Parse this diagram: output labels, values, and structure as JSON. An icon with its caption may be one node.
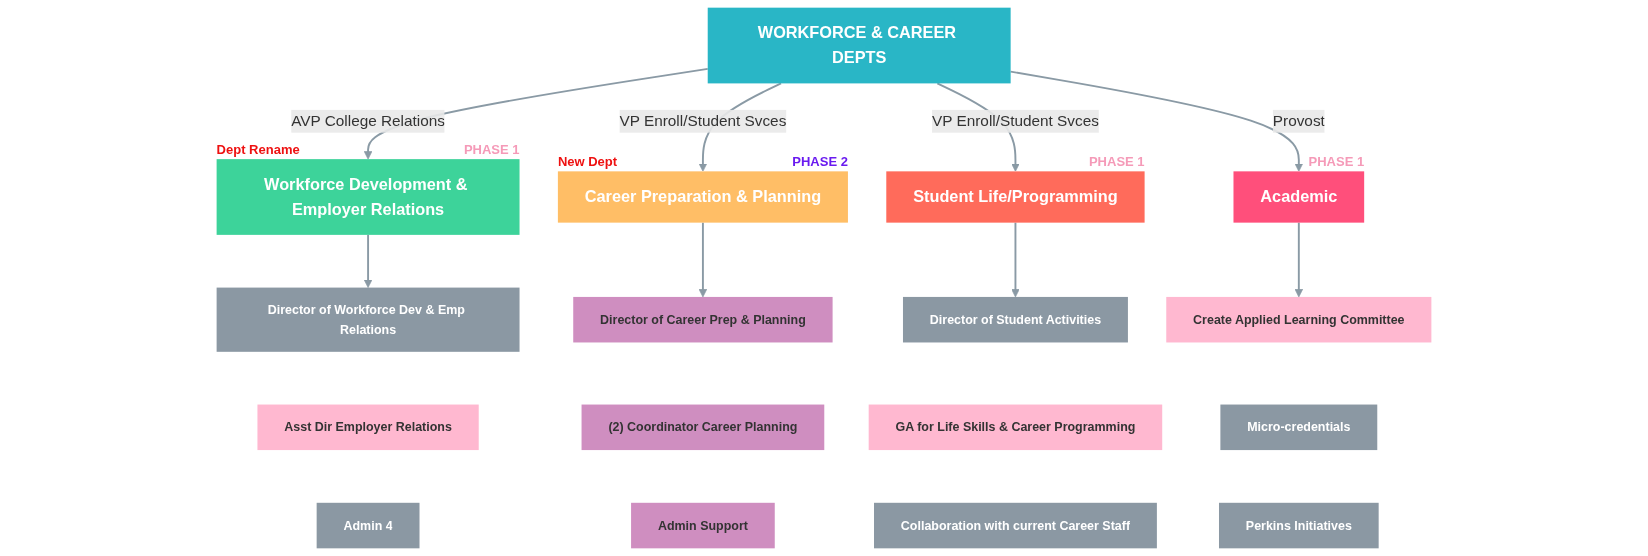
{
  "diagram": {
    "nodes": [
      {
        "text": [
          "WORKFORCE & CAREER DEPTS"
        ]
      },
      {
        "text": [
          "Workforce Development & Employer Relations"
        ],
        "beside": [
          "Dept Rename",
          "PHASE 1"
        ]
      },
      {
        "text": [
          "Career Preparation & Planning"
        ],
        "beside": [
          "New Dept",
          "PHASE 2"
        ]
      },
      {
        "text": [
          "Student Life/Programming"
        ],
        "beside": [
          "PHASE 1"
        ]
      },
      {
        "text": [
          "Academic"
        ],
        "beside": [
          "PHASE 1"
        ]
      },
      {
        "text": [
          "Director of Workforce Dev & Emp Relations"
        ]
      },
      {
        "text": [
          "Asst Dir Employer Relations"
        ]
      },
      {
        "text": [
          "Admin 4"
        ]
      },
      {
        "text": [
          "Director of Career Prep & Planning"
        ]
      },
      {
        "text": [
          "(2) Coordinator Career Planning"
        ]
      },
      {
        "text": [
          "Admin Support"
        ]
      },
      {
        "text": [
          "Director of Student Activities"
        ]
      },
      {
        "text": [
          "GA for Life Skills & Career Programming"
        ]
      },
      {
        "text": [
          "Collaboration with current Career Staff"
        ]
      },
      {
        "text": [
          "Create Applied Learning Committee"
        ]
      },
      {
        "text": [
          "Micro-credentials"
        ]
      },
      {
        "text": [
          "Perkins Initiatives"
        ]
      }
    ],
    "edges": [
      {
        "from": 0,
        "to": 1,
        "arrow": "to",
        "label": "AVP College Relations"
      },
      {
        "from": 0,
        "to": 2,
        "arrow": "to",
        "label": "VP Enroll/Student Svces"
      },
      {
        "from": 0,
        "to": 3,
        "arrow": "to",
        "label": "VP Enroll/Student Svces"
      },
      {
        "from": 0,
        "to": 4,
        "arrow": "to",
        "label": "Provost"
      },
      {
        "from": 1,
        "to": 5,
        "arrow": "to"
      },
      {
        "from": 2,
        "to": 8,
        "arrow": "to"
      },
      {
        "from": 3,
        "to": 11,
        "arrow": "to"
      },
      {
        "from": 4,
        "to": 14,
        "arrow": "to"
      }
    ]
  }
}
